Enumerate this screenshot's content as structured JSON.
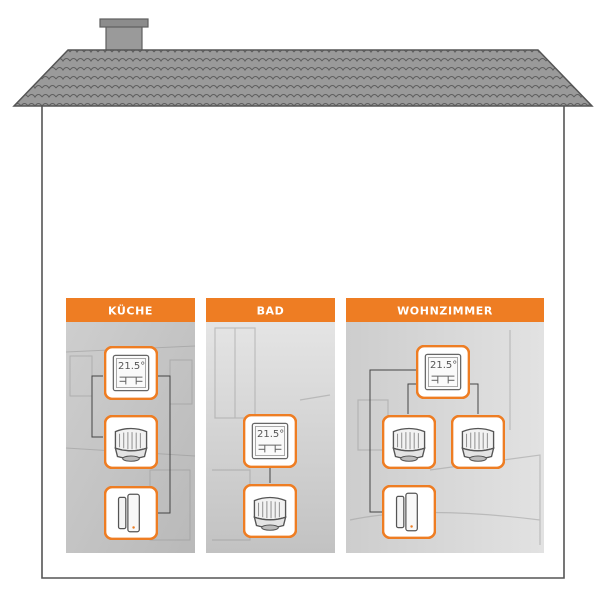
{
  "colors": {
    "accent": "#ee7d23",
    "roof": "#8a8a8a",
    "wall_line": "#555555",
    "room_bg": "#d4d4d4"
  },
  "rooms": [
    {
      "label": "KÜCHE",
      "devices": [
        "wall-thermostat-icon",
        "radiator-thermostat-icon",
        "window-sensor-icon"
      ]
    },
    {
      "label": "BAD",
      "devices": [
        "wall-thermostat-icon",
        "radiator-thermostat-icon"
      ]
    },
    {
      "label": "WOHNZIMMER",
      "devices": [
        "wall-thermostat-icon",
        "radiator-thermostat-icon",
        "radiator-thermostat-icon",
        "window-sensor-icon"
      ]
    }
  ],
  "thermostat_display": "21.5°"
}
